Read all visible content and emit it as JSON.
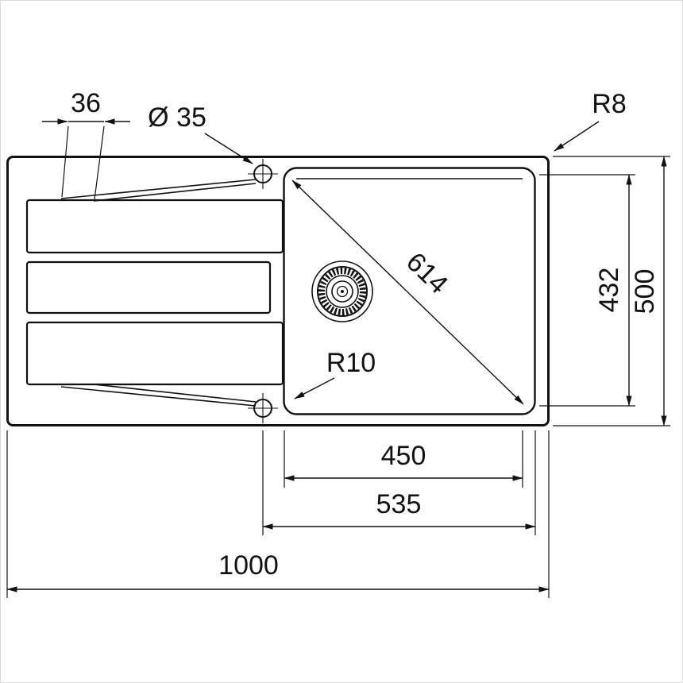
{
  "canvas": {
    "background": "#ffffff",
    "ink": "#111111",
    "border": "#dcdcdc"
  },
  "drawing": {
    "subject": "kitchen-sink-top-view-technical-dimension-drawing",
    "dims": {
      "drainer_ledge_width": "36",
      "tap_hole_diameter": "Ø 35",
      "outer_corner_radius": "R8",
      "bowl_diagonal": "614",
      "bowl_inner_depth": "432",
      "overall_depth": "500",
      "bowl_corner_radius": "R10",
      "bowl_inner_width": "450",
      "bowl_outer_width": "535",
      "overall_width": "1000"
    }
  }
}
